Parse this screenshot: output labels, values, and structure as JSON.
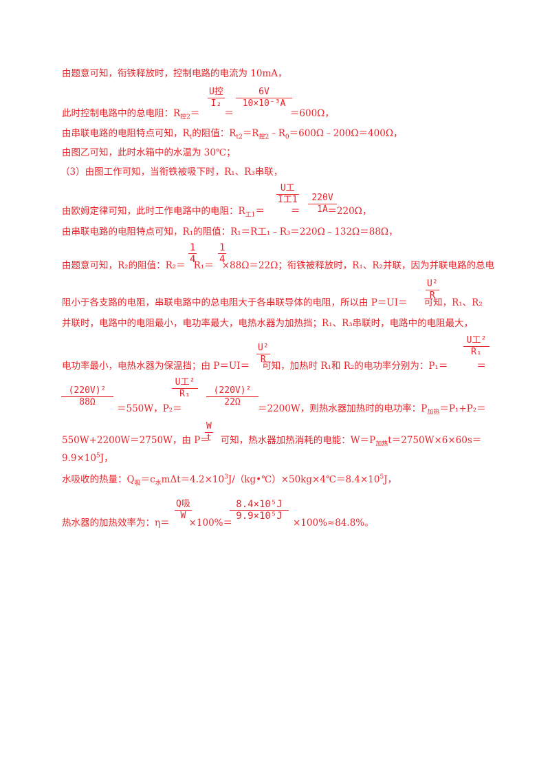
{
  "lines": {
    "l1": "由题意可知，衔铁释放时，控制电路的电流为 10mA，",
    "l2a": "此时控制电路中的总电阻：R",
    "l2b": "控2",
    "l2c": "＝",
    "l2d": "＝",
    "l2e": "＝600Ω，",
    "l3": "由串联电路的电阻特点可知，R",
    "l3b": "t",
    "l3c": "的阻值：R",
    "l3d": "t2",
    "l3e": "＝R",
    "l3f": "控2",
    "l3g": "﹣R",
    "l3h": "0",
    "l3i": "＝600Ω﹣200Ω＝400Ω，",
    "l4": "由图乙可知，此时水箱中的水温为 30℃；",
    "l5": "（3）由图工作可知，当衔铁被吸下时，R₁、R₃串联，",
    "l6a": "由欧姆定律可知，此时工作电路中的电阻：R",
    "l6b": "工1",
    "l6c": "＝",
    "l6d": "＝",
    "l6e": "＝220Ω，",
    "l7": "由串联电路的电阻特点可知，R₁的阻值：R₁＝R工₁﹣R₃＝220Ω﹣132Ω＝88Ω，",
    "l8a": "由题意可知，R₂的阻值：R₂＝",
    "l8b": "R₁＝",
    "l8c": "×88Ω＝22Ω；衔铁被释放时，R₁、R₂并联，因为并联电路的总电",
    "l9a": "阻小于各支路的电阻，串联电路中的总电阻大于各串联导体的电阻，所以由 P＝UI＝",
    "l9b": "可知，R₁、R₂",
    "l10": "并联时，电路中的电阻最小，电功率最大，电热水器为加热挡；R₁、R₃串联时，电路中的电阻最大，",
    "l11a": "电功率最小，电热水器为保温挡；由 P＝UI＝",
    "l11b": "可知，加热时 R₁和 R₂的电功率分别为：P₁＝",
    "l11c": "＝",
    "l12a": "＝550W，P₂＝",
    "l12b": "＝2200W，则热水器加热时的电功率：P",
    "l12c": "加热",
    "l12d": "＝P₁+P₂＝",
    "l13a": "550W+2200W＝2750W，由 P＝",
    "l13b": "可知，热水器加热消耗的电能：W＝P",
    "l13c": "加热",
    "l13d": "t＝2750W×6×60s＝",
    "l14a": "9.9×10",
    "l14b": "5",
    "l14c": "J，",
    "l15a": "水吸收的热量：Q",
    "l15b": "吸",
    "l15c": "＝c",
    "l15d": "水",
    "l15e": "mΔt＝4.2×10",
    "l15f": "3",
    "l15g": "J/（kg•℃）×50kg×4℃＝8.4×10",
    "l15h": "5",
    "l15i": "J，",
    "l16a": "热水器的加热效率为：η＝",
    "l16b": "×100%＝",
    "l16c": "×100%≈84.8%。"
  },
  "fractions": {
    "f1n": "U控",
    "f1d": "I₂",
    "f2n": "6V",
    "f2d": "10×10⁻³A",
    "f3n": "U工",
    "f3d": "I工1",
    "f4n": "220V",
    "f4d": "1A",
    "f5n": "1",
    "f5d": "4",
    "f6n": "1",
    "f6d": "4",
    "f7n": "U²",
    "f7d": "R",
    "f8n": "U²",
    "f8d": "R",
    "f9n": "U工²",
    "f9d": "R₁",
    "f10n": "(220V)²",
    "f10d": "88Ω",
    "f11n": "U工²",
    "f11d": "R₁",
    "f12n": "(220V)²",
    "f12d": "22Ω",
    "f13n": "W",
    "f13d": "t",
    "f14n": "Q吸",
    "f14d": "W",
    "f15n": "8.4×10⁵J",
    "f15d": "9.9×10⁵J"
  }
}
